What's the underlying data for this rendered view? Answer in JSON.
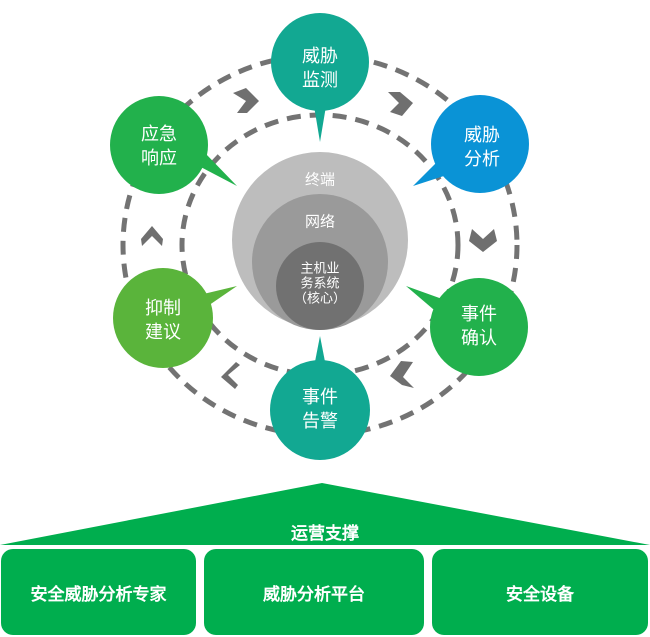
{
  "colors": {
    "teal": "#12a892",
    "blue": "#0a93d6",
    "green": "#22b14c",
    "light_green": "#5ab43b",
    "dash_gray": "#737373",
    "chevron_gray": "#6f6f6f",
    "layer_outer": "#bdbdbd",
    "layer_mid": "#9a9a9a",
    "layer_core": "#717171",
    "support_green": "#00ae4e"
  },
  "cycle": {
    "direction": "clockwise",
    "steps": [
      {
        "id": "threat-monitoring",
        "line1": "威胁",
        "line2": "监测",
        "color": "teal"
      },
      {
        "id": "threat-analysis",
        "line1": "威胁",
        "line2": "分析",
        "color": "blue"
      },
      {
        "id": "event-confirmation",
        "line1": "事件",
        "line2": "确认",
        "color": "green"
      },
      {
        "id": "event-alert",
        "line1": "事件",
        "line2": "告警",
        "color": "teal"
      },
      {
        "id": "containment-advice",
        "line1": "抑制",
        "line2": "建议",
        "color": "light_green"
      },
      {
        "id": "emergency-response",
        "line1": "应急",
        "line2": "响应",
        "color": "green"
      }
    ]
  },
  "layers": {
    "outer": "终端",
    "middle": "网络",
    "core_lines": [
      "主机业",
      "务系统",
      "（核心）"
    ]
  },
  "support": {
    "roof_label": "运营支撑",
    "pillars": [
      "安全威胁分析专家",
      "威胁分析平台",
      "安全设备"
    ]
  }
}
